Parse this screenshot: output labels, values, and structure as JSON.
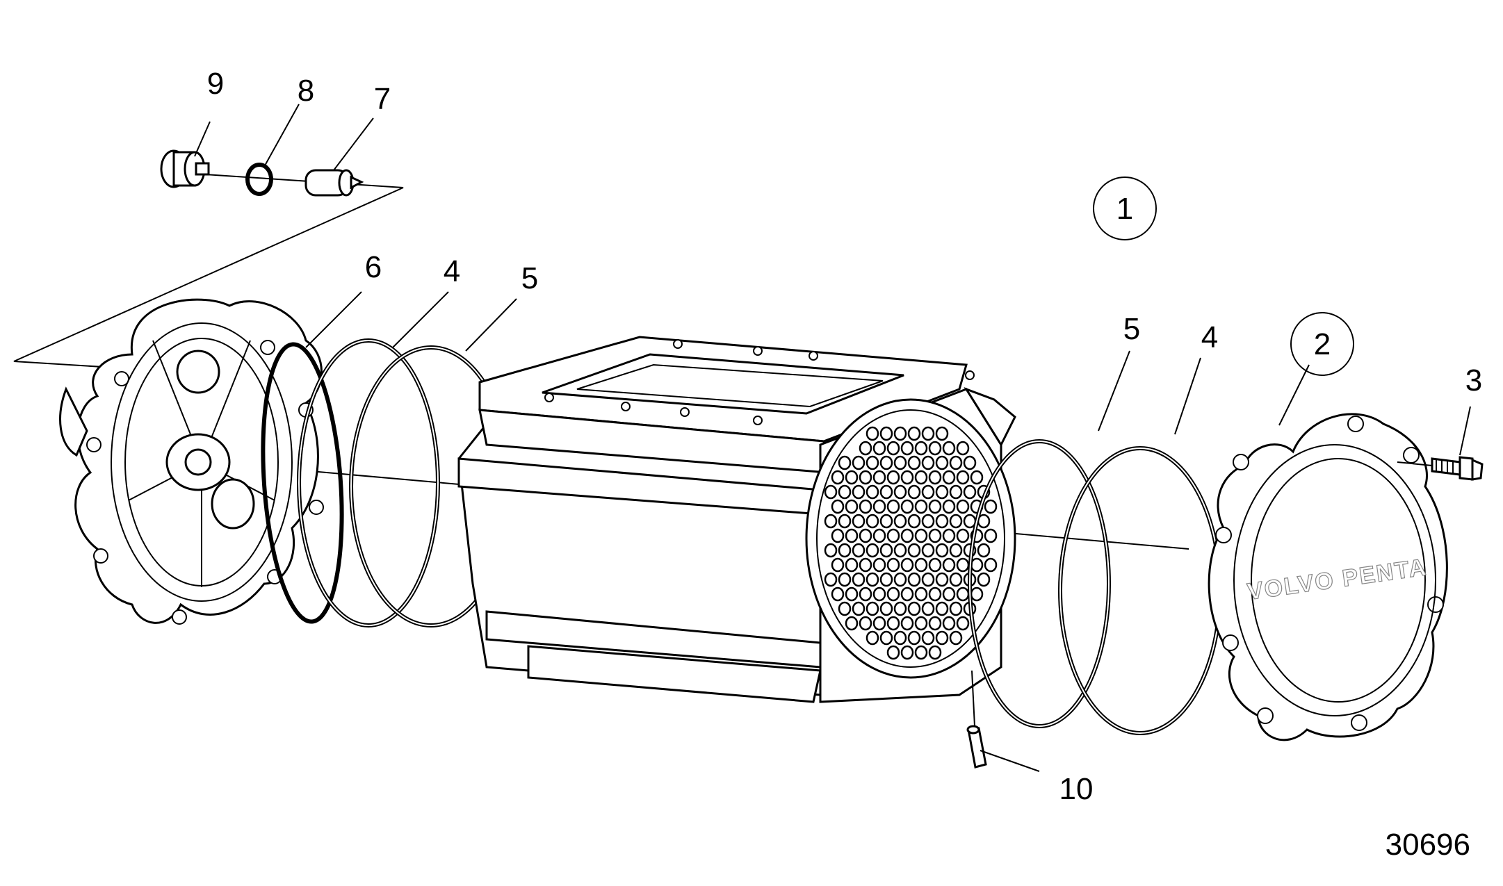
{
  "labels": {
    "item_1": "1",
    "item_2": "2",
    "item_3": "3",
    "item_4_left": "4",
    "item_4_right": "4",
    "item_5_left": "5",
    "item_5_right": "5",
    "item_6": "6",
    "item_7": "7",
    "item_8": "8",
    "item_9": "9",
    "item_10": "10"
  },
  "figure_number": "30696",
  "cover_logo_text": "VOLVO PENTA"
}
